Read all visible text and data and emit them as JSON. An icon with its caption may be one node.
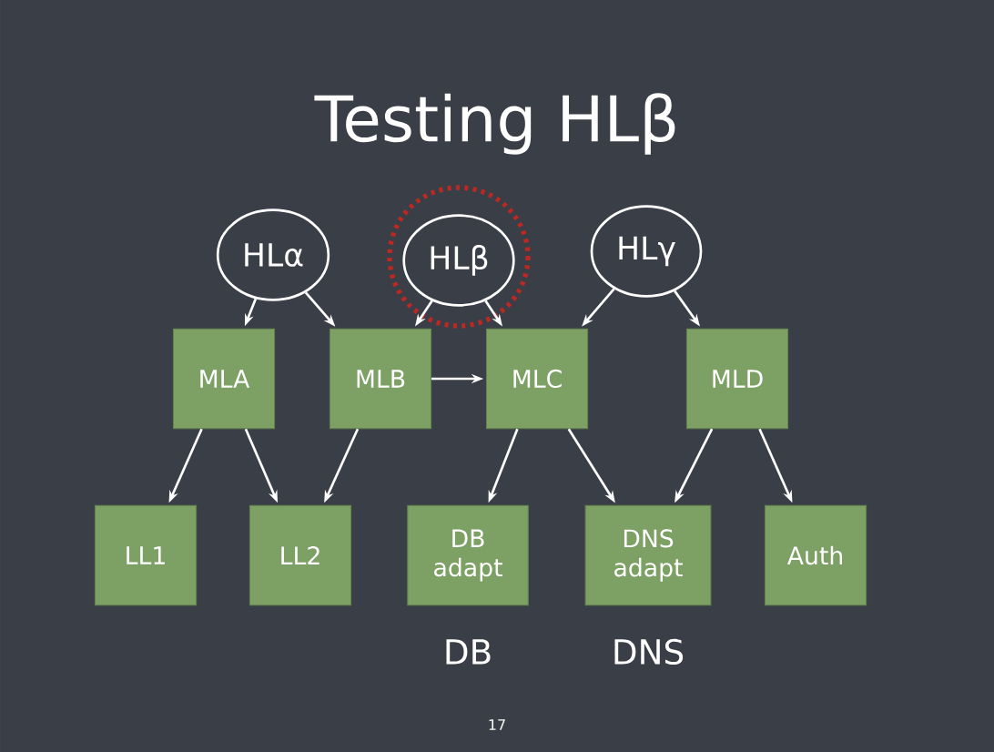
{
  "diagram": {
    "title": "Testing HLβ",
    "nodes": [
      {
        "text": [
          "HLα"
        ]
      },
      {
        "text": [
          "HLβ"
        ]
      },
      {
        "text": [
          "HLγ"
        ]
      },
      {
        "text": [
          "MLA"
        ]
      },
      {
        "text": [
          "MLB"
        ]
      },
      {
        "text": [
          "MLC"
        ]
      },
      {
        "text": [
          "MLD"
        ]
      },
      {
        "text": [
          "LL1"
        ]
      },
      {
        "text": [
          "LL2"
        ]
      },
      {
        "text": [
          "DB adapt"
        ]
      },
      {
        "text": [
          "DNS adapt"
        ]
      },
      {
        "text": [
          "Auth"
        ]
      }
    ],
    "edges": [
      {
        "from": 0,
        "to": 3,
        "arrow": "to"
      },
      {
        "from": 0,
        "to": 4,
        "arrow": "to"
      },
      {
        "from": 1,
        "to": 4,
        "arrow": "to"
      },
      {
        "from": 1,
        "to": 5,
        "arrow": "to"
      },
      {
        "from": 2,
        "to": 5,
        "arrow": "to"
      },
      {
        "from": 2,
        "to": 6,
        "arrow": "to"
      },
      {
        "from": 4,
        "to": 5,
        "arrow": "to"
      },
      {
        "from": 3,
        "to": 7,
        "arrow": "to"
      },
      {
        "from": 3,
        "to": 8,
        "arrow": "to"
      },
      {
        "from": 4,
        "to": 8,
        "arrow": "to"
      },
      {
        "from": 5,
        "to": 9,
        "arrow": "to"
      },
      {
        "from": 5,
        "to": 10,
        "arrow": "to"
      },
      {
        "from": 6,
        "to": 10,
        "arrow": "to"
      },
      {
        "from": 6,
        "to": 11,
        "arrow": "to"
      }
    ],
    "labels": [
      "DB",
      "DNS",
      "17"
    ]
  }
}
